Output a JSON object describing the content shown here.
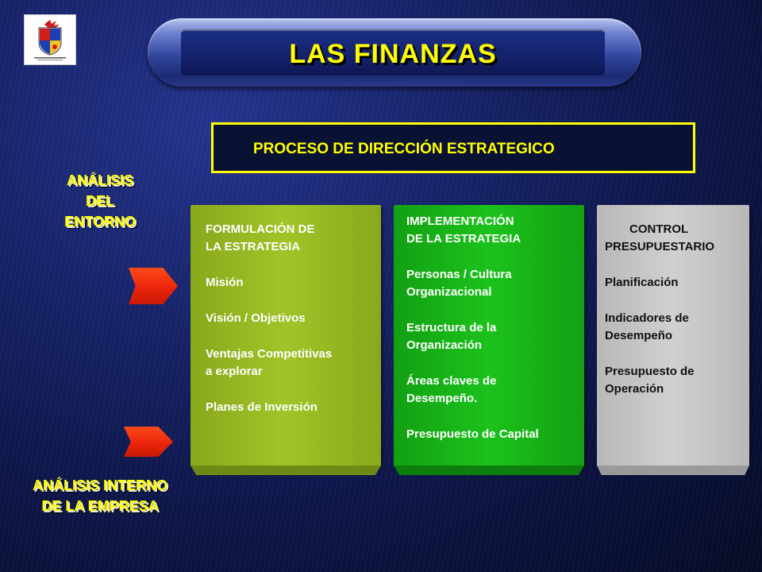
{
  "header": {
    "title": "LAS FINANZAS"
  },
  "process": {
    "title": "PROCESO DE DIRECCIÓN ESTRATEGICO"
  },
  "left_labels": {
    "entorno": [
      "ANÁLISIS",
      "DEL",
      "ENTORNO"
    ],
    "interno": [
      "ANÁLISIS INTERNO",
      "DE LA EMPRESA"
    ]
  },
  "columns": [
    {
      "heading": [
        "FORMULACIÓN DE",
        "LA ESTRATEGIA"
      ],
      "items": [
        [
          "Misión"
        ],
        [
          "Visión / Objetivos"
        ],
        [
          "Ventajas Competitivas",
          "a explorar"
        ],
        [
          "Planes de Inversión"
        ]
      ],
      "color": "#97b822"
    },
    {
      "heading": [
        "IMPLEMENTACIÓN",
        "DE LA ESTRATEGIA"
      ],
      "items": [
        [
          "Personas / Cultura",
          "Organizacional"
        ],
        [
          "Estructura de la",
          "Organización"
        ],
        [
          "Áreas claves de",
          "Desempeño."
        ],
        [
          "Presupuesto de Capital"
        ]
      ],
      "color": "#17b217"
    },
    {
      "heading": [
        "CONTROL",
        "PRESUPUESTARIO"
      ],
      "items": [
        [
          "Planificación"
        ],
        [
          "Indicadores de",
          "Desempeño"
        ],
        [
          "Presupuesto de",
          "Operación"
        ]
      ],
      "color": "#c6c6c6"
    }
  ],
  "colors": {
    "text": "#ffff00",
    "arrow": "#e8230a",
    "background": "#162266"
  },
  "icons": {
    "logo": "university-crest-icon",
    "arrow": "arrow-right-icon"
  }
}
